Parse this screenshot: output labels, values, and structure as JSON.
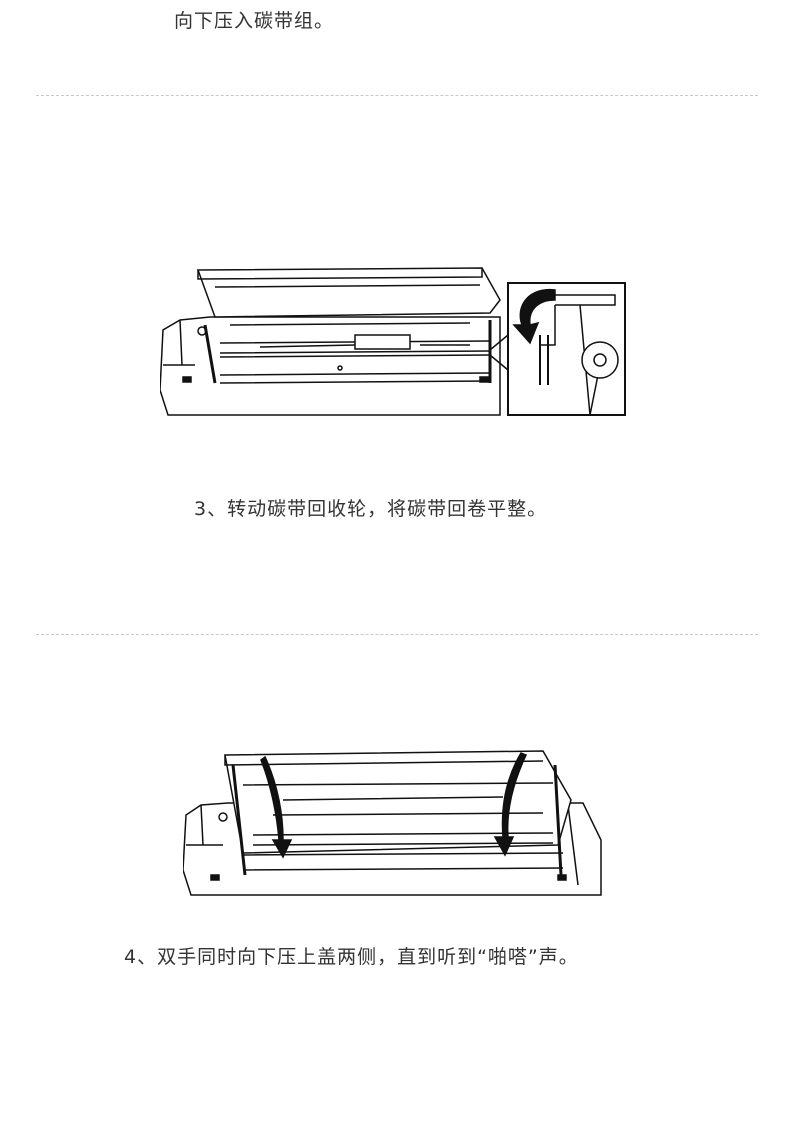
{
  "steps": [
    {
      "caption": "向下压入碳带组。"
    },
    {
      "caption": "3、转动碳带回收轮，将碳带回卷平整。",
      "figure": "printer-open-rotate-ribbon-rewind-wheel"
    },
    {
      "caption": "4、双手同时向下压上盖两侧，直到听到“啪嗒”声。",
      "figure": "printer-press-cover-down"
    }
  ]
}
